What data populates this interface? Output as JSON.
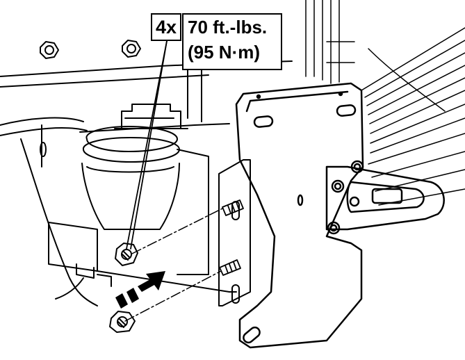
{
  "callout": {
    "quantity": "4x",
    "torque_line1": "70 ft.-lbs.",
    "torque_line2": "(95 N·m)"
  },
  "colors": {
    "line": "#000000",
    "background": "#ffffff"
  }
}
